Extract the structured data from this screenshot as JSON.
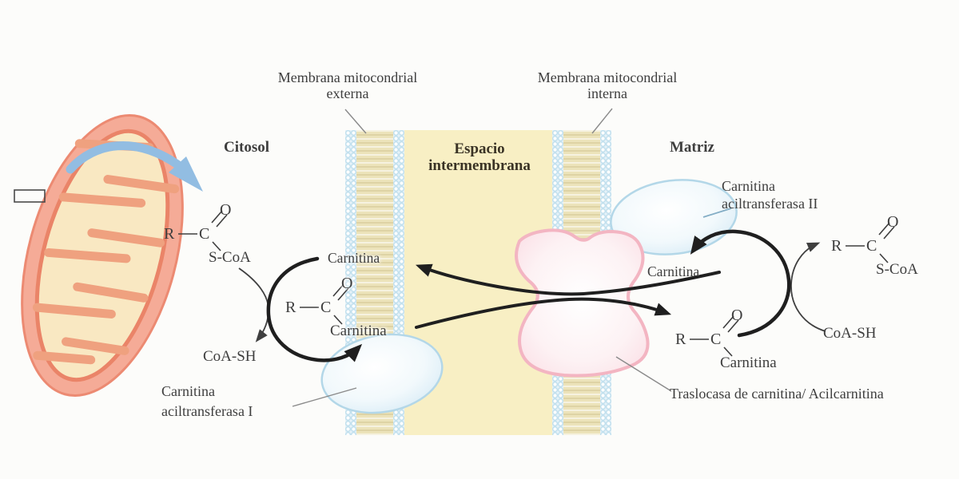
{
  "regions": {
    "cytosol": "Citosol",
    "intermembrane_line1": "Espacio",
    "intermembrane_line2": "intermembrana",
    "matrix": "Matriz"
  },
  "membranes": {
    "outer_line1": "Membrana mitocondrial",
    "outer_line2": "externa",
    "inner_line1": "Membrana mitocondrial",
    "inner_line2": "interna"
  },
  "enzymes": {
    "cat1_line1": "Carnitina",
    "cat1_line2": "aciltransferasa I",
    "cat2_line1": "Carnitina",
    "cat2_line2": "aciltransferasa II",
    "translocase": "Traslocasa de carnitina/ Acilcarnitina"
  },
  "metabolites": {
    "carnitina_intermembrane": "Carnitina",
    "carnitina_matrix": "Carnitina",
    "coash_cytosol": "CoA-SH",
    "coash_matrix": "CoA-SH",
    "structures": {
      "cytosol_acyl_coa": {
        "r": "R",
        "c": "C",
        "o": "O",
        "group": "S-CoA"
      },
      "cytosol_acyl_carnitine": {
        "r": "R",
        "c": "C",
        "o": "O",
        "group": "Carnitina"
      },
      "matrix_acyl_carnitine": {
        "r": "R",
        "c": "C",
        "o": "O",
        "group": "Carnitina"
      },
      "matrix_acyl_coa": {
        "r": "R",
        "c": "C",
        "o": "O",
        "group": "S-CoA"
      }
    }
  },
  "colors": {
    "membrane_bead": "#b5d9ea",
    "membrane_core": "#ece3ba",
    "intermembrane_bg": "#f8efc4",
    "enzyme_blob": "#d9edf7",
    "translocase_pink": "#f3b5c2",
    "arrow_black": "#1f1f1f",
    "mito_outer": "#f5ab97",
    "mito_inner": "#f9e8c2",
    "blue_arrow": "#92bde2",
    "text": "#3e3e3e"
  }
}
